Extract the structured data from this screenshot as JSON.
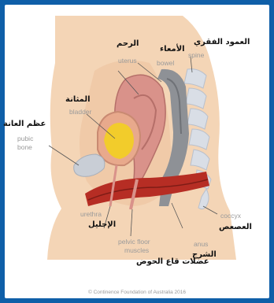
{
  "labels": {
    "uterus": "uterus",
    "bowel": "bowel",
    "spine": "spine",
    "bladder": "bladder",
    "pubic_bone_1": "pubic",
    "pubic_bone_2": "bone",
    "urethra": "urethra",
    "pelvic_floor_1": "pelvic floor",
    "pelvic_floor_2": "muscles",
    "anus": "anus",
    "coccyx": "coccyx"
  },
  "arabic": {
    "uterus": "الرحم",
    "bowel": "الأمعاء",
    "spine": "العمود الفقري",
    "bladder": "المثانة",
    "pubic_bone": "عظم العانة",
    "urethra": "الإحليل",
    "pelvic_floor": "عضلات قاع الحوض",
    "anus": "الشرج",
    "coccyx": "العصعص"
  },
  "copyright": "© Continence Foundation of Australia 2016",
  "colors": {
    "frame": "#0f5fa8",
    "skin": "#f4d5b6",
    "muscle": "#b62d24",
    "bowel": "#8e9196",
    "uterus": "#d9928a",
    "urine": "#f2cc2b"
  }
}
